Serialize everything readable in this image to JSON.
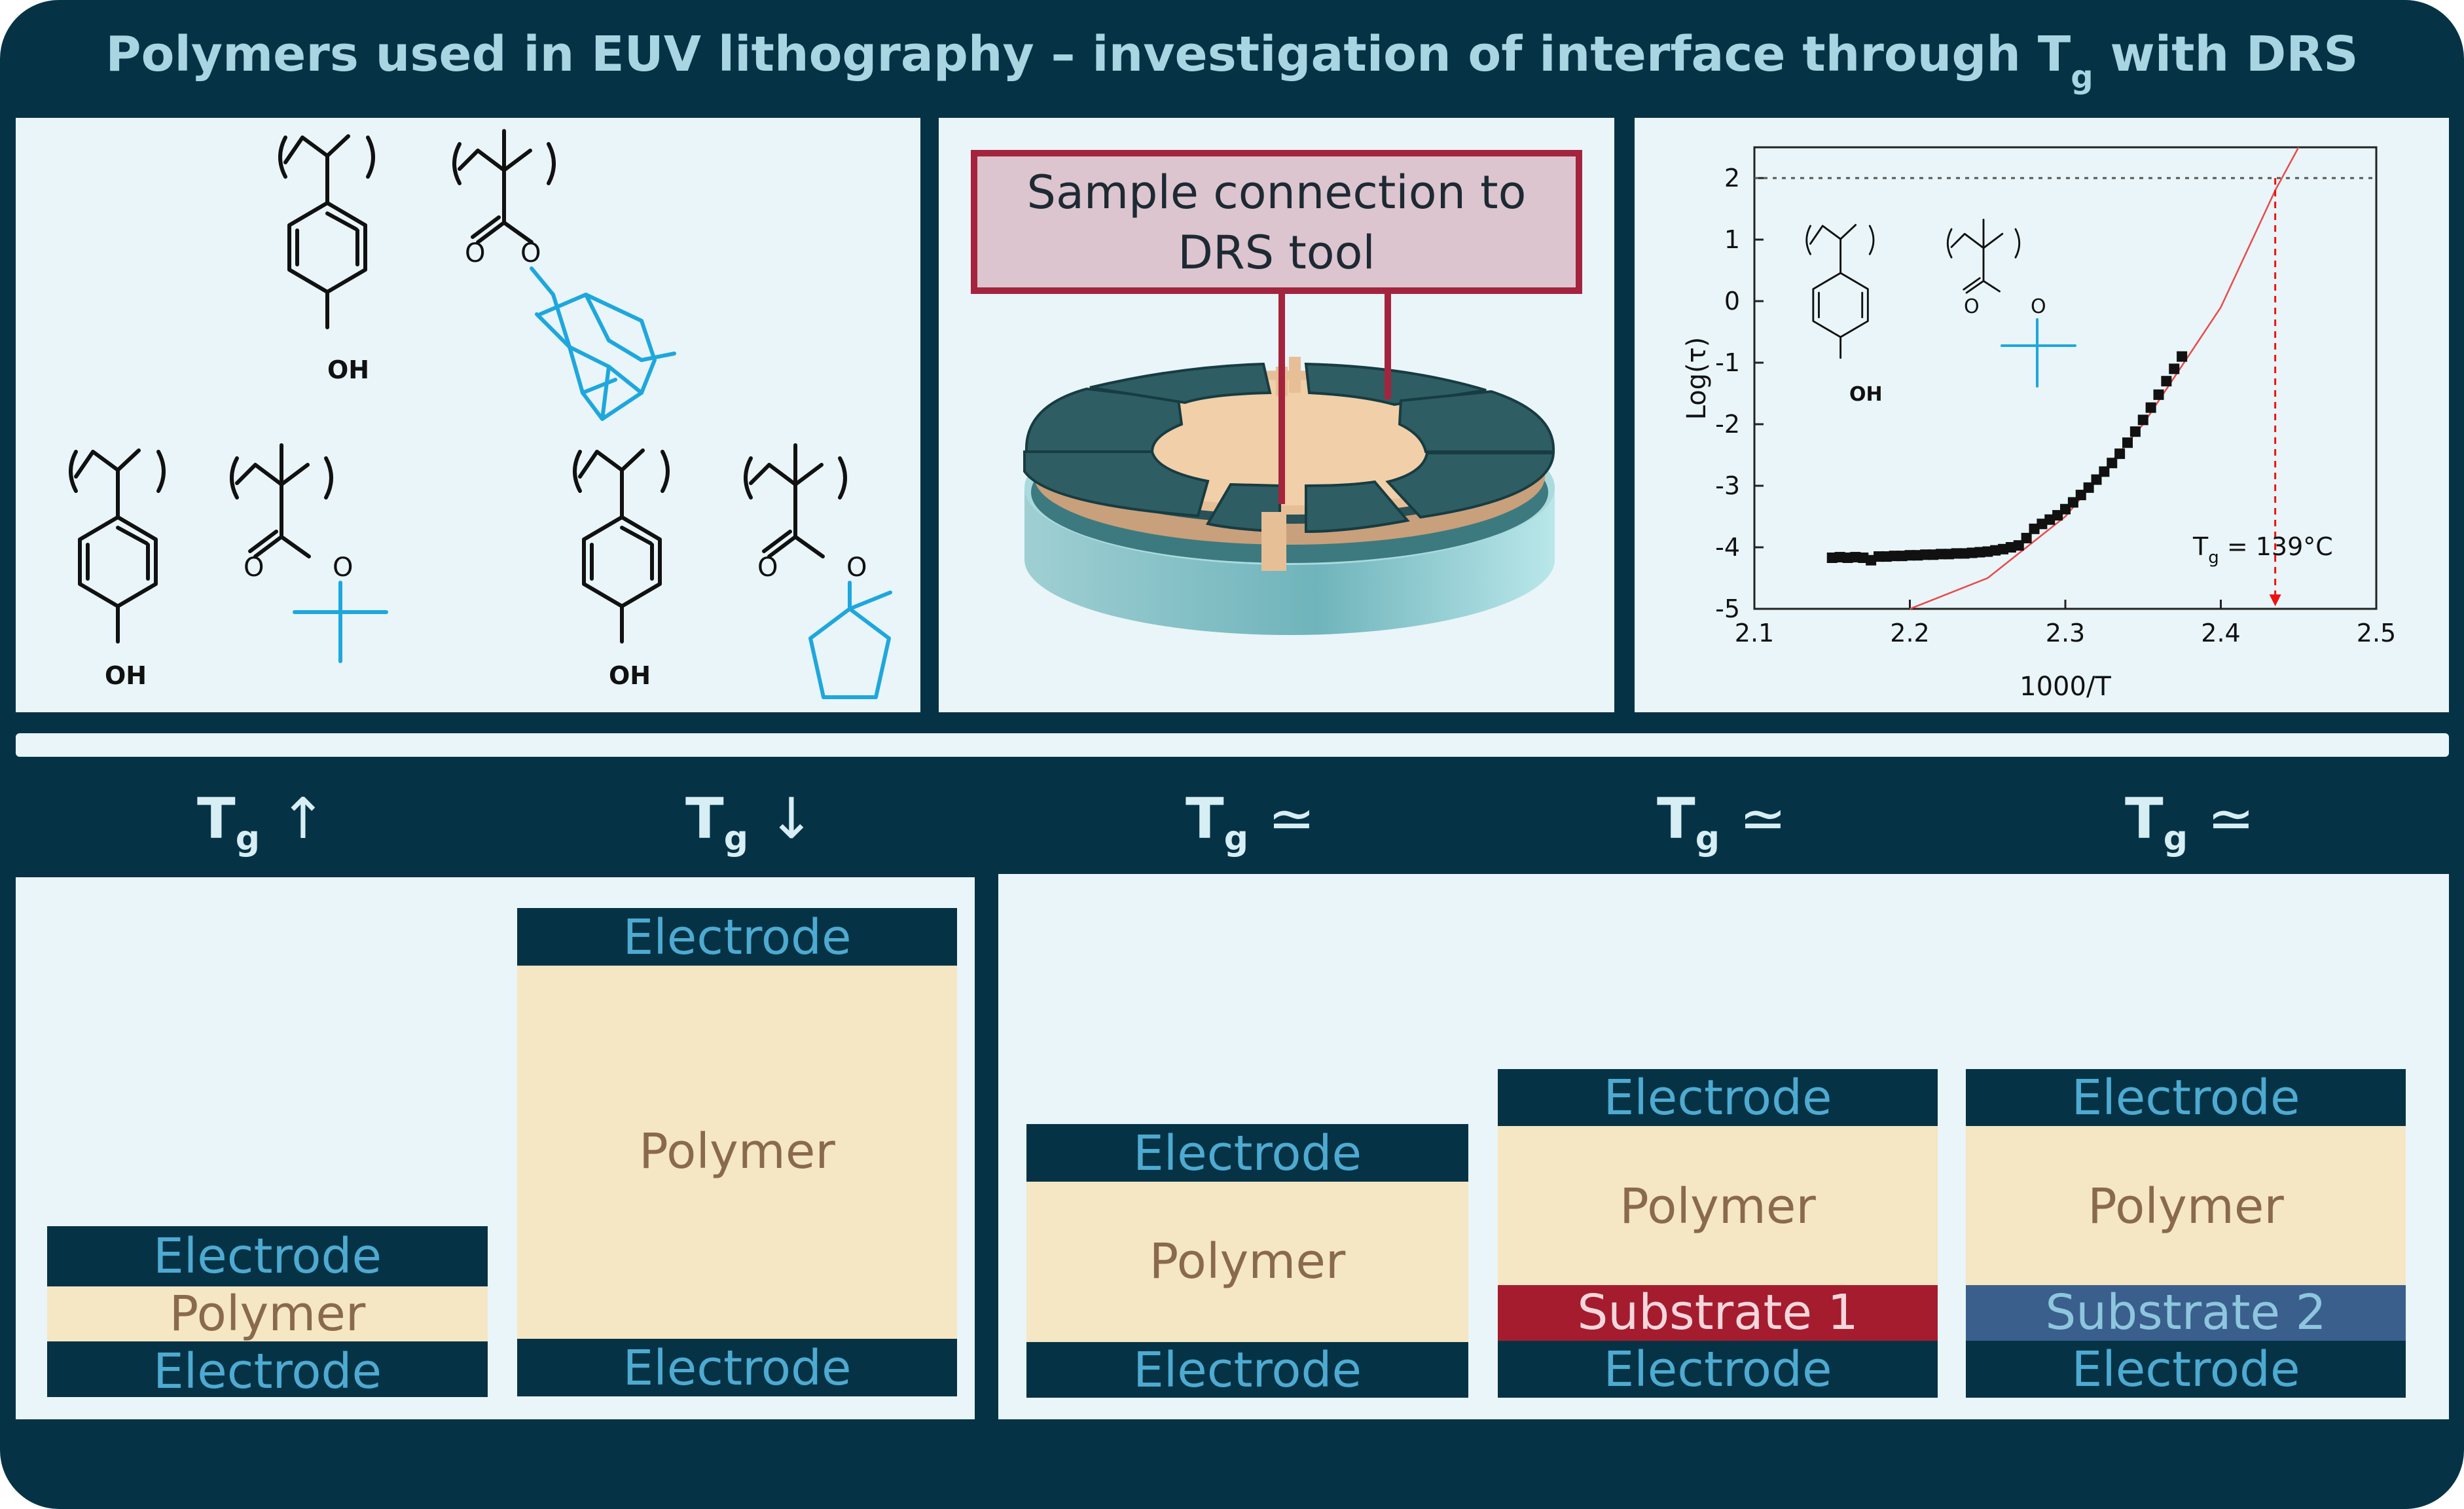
{
  "title": {
    "main": "Polymers used in EUV lithography – investigation of interface through T",
    "sub": "g",
    "tail": " with DRS"
  },
  "chemistry": {
    "oh": "OH",
    "o": "O"
  },
  "setup": {
    "line1": "Sample connection to",
    "line2": "DRS tool"
  },
  "chart_data": {
    "type": "scatter",
    "xlabel": "1000/T",
    "ylabel": "Log(τ)",
    "xlim": [
      2.1,
      2.5
    ],
    "ylim": [
      -5,
      2.5
    ],
    "xticks": [
      "2.1",
      "2.2",
      "2.3",
      "2.4",
      "2.5"
    ],
    "yticks": [
      "2",
      "1",
      "0",
      "-1",
      "-2",
      "-3",
      "-4",
      "-5"
    ],
    "annotation": {
      "main": "T",
      "sub": "g",
      "tail": " = 139°C"
    },
    "tg_x": 2.435,
    "reference_y": 2,
    "points": [
      [
        2.15,
        -4.17
      ],
      [
        2.155,
        -4.16
      ],
      [
        2.16,
        -4.17
      ],
      [
        2.165,
        -4.16
      ],
      [
        2.17,
        -4.17
      ],
      [
        2.175,
        -4.21
      ],
      [
        2.18,
        -4.15
      ],
      [
        2.185,
        -4.15
      ],
      [
        2.19,
        -4.14
      ],
      [
        2.195,
        -4.14
      ],
      [
        2.2,
        -4.13
      ],
      [
        2.205,
        -4.13
      ],
      [
        2.21,
        -4.12
      ],
      [
        2.215,
        -4.12
      ],
      [
        2.22,
        -4.11
      ],
      [
        2.225,
        -4.11
      ],
      [
        2.23,
        -4.1
      ],
      [
        2.235,
        -4.1
      ],
      [
        2.24,
        -4.09
      ],
      [
        2.245,
        -4.08
      ],
      [
        2.25,
        -4.07
      ],
      [
        2.255,
        -4.05
      ],
      [
        2.26,
        -4.03
      ],
      [
        2.265,
        -4.0
      ],
      [
        2.27,
        -3.97
      ],
      [
        2.275,
        -3.85
      ],
      [
        2.28,
        -3.7
      ],
      [
        2.285,
        -3.62
      ],
      [
        2.29,
        -3.55
      ],
      [
        2.295,
        -3.48
      ],
      [
        2.3,
        -3.38
      ],
      [
        2.305,
        -3.27
      ],
      [
        2.31,
        -3.15
      ],
      [
        2.315,
        -3.03
      ],
      [
        2.32,
        -2.9
      ],
      [
        2.325,
        -2.77
      ],
      [
        2.33,
        -2.63
      ],
      [
        2.335,
        -2.48
      ],
      [
        2.34,
        -2.3
      ],
      [
        2.345,
        -2.12
      ],
      [
        2.35,
        -1.93
      ],
      [
        2.355,
        -1.73
      ],
      [
        2.36,
        -1.52
      ],
      [
        2.365,
        -1.3
      ],
      [
        2.37,
        -1.1
      ],
      [
        2.375,
        -0.9
      ]
    ],
    "fit": [
      [
        2.2,
        -5.0
      ],
      [
        2.25,
        -4.5
      ],
      [
        2.3,
        -3.5
      ],
      [
        2.35,
        -2.0
      ],
      [
        2.4,
        -0.1
      ],
      [
        2.435,
        1.8
      ],
      [
        2.45,
        2.5
      ]
    ]
  },
  "tg_row": [
    {
      "t": "T",
      "sub": "g",
      "sym": "↑"
    },
    {
      "t": "T",
      "sub": "g",
      "sym": "↓"
    },
    {
      "t": "T",
      "sub": "g",
      "sym": "≃"
    },
    {
      "t": "T",
      "sub": "g",
      "sym": "≃"
    },
    {
      "t": "T",
      "sub": "g",
      "sym": "≃"
    }
  ],
  "stacks": {
    "thin": {
      "top": "Electrode",
      "middle": "Polymer",
      "bottom": "Electrode"
    },
    "thick": {
      "top": "Electrode",
      "middle": "Polymer",
      "bottom": "Electrode"
    },
    "plain": {
      "top": "Electrode",
      "middle": "Polymer",
      "bottom": "Electrode"
    },
    "sub1": {
      "top": "Electrode",
      "middle": "Polymer",
      "substrate": "Substrate 1",
      "bottom": "Electrode"
    },
    "sub2": {
      "top": "Electrode",
      "middle": "Polymer",
      "substrate": "Substrate 2",
      "bottom": "Electrode"
    }
  },
  "colors": {
    "navy": "#053345",
    "panel": "#e9f5f8",
    "electrode_text": "#4eaad1",
    "polymer": "#f5e6c4",
    "polymer_text": "#8a6a4c",
    "substrate1": "#a51c2f",
    "substrate2": "#3a5f8c",
    "blue_chem": "#1ea7dd",
    "maroon": "#a4243e"
  }
}
